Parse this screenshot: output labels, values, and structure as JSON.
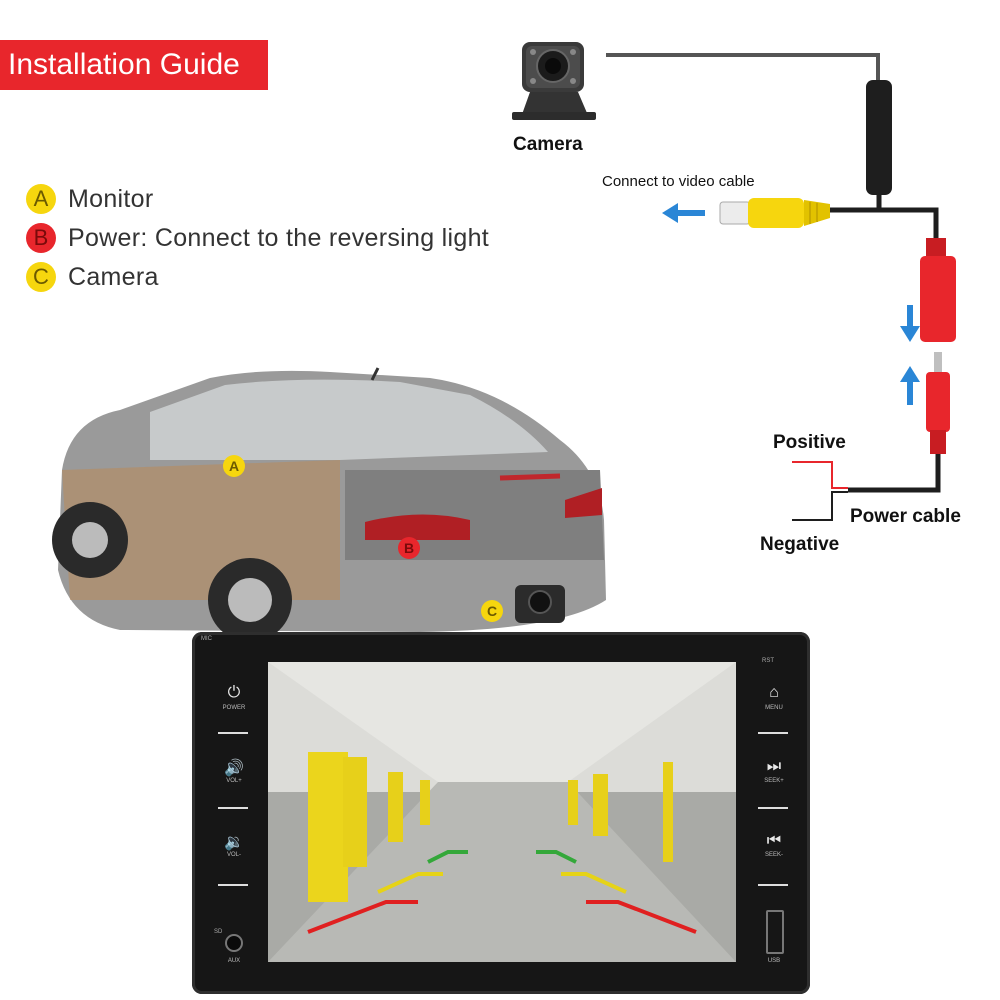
{
  "title": "Installation Guide",
  "legend": [
    {
      "letter": "A",
      "text": "Monitor",
      "color": "#f6d60e"
    },
    {
      "letter": "B",
      "text": "Power: Connect to the reversing light",
      "color": "#e8262c"
    },
    {
      "letter": "C",
      "text": "Camera",
      "color": "#f6d60e"
    }
  ],
  "wiring": {
    "camera_label": "Camera",
    "video_label": "Connect to video cable",
    "positive_label": "Positive",
    "negative_label": "Negative",
    "power_label": "Power cable"
  },
  "car_markers": {
    "a": "A",
    "b": "B",
    "c": "C"
  },
  "monitor": {
    "mic": "MIC",
    "rst": "RST",
    "sd": "SD",
    "aux": "AUX",
    "usb": "USB",
    "left_buttons": [
      {
        "icon": "power-icon",
        "label": "POWER"
      },
      {
        "icon": "volume-up-icon",
        "label": "VOL+"
      },
      {
        "icon": "volume-down-icon",
        "label": "VOL-"
      }
    ],
    "right_buttons": [
      {
        "icon": "home-icon",
        "label": "MENU"
      },
      {
        "icon": "seek-forward-icon",
        "label": "SEEK+"
      },
      {
        "icon": "seek-back-icon",
        "label": "SEEK-"
      }
    ]
  },
  "colors": {
    "red": "#e8262c",
    "yellow": "#f6d60e",
    "blue_arrow": "#2a86d6"
  }
}
